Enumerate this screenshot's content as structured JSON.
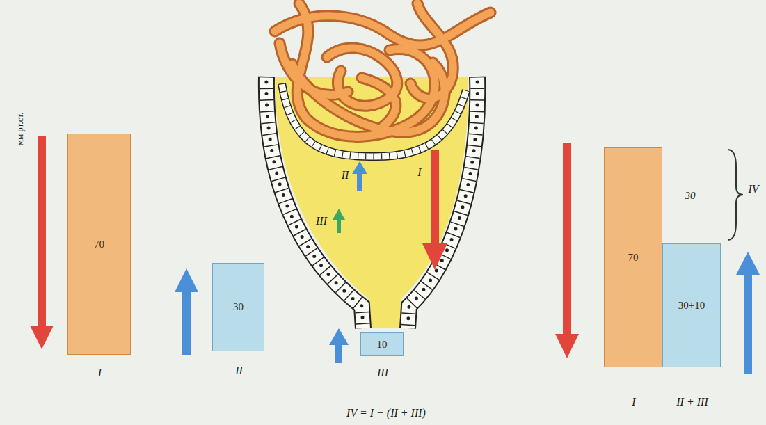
{
  "diagram": {
    "nodes": [
      {
        "text": [
          "70",
          "I"
        ]
      },
      {
        "text": [
          "30",
          "II"
        ]
      },
      {
        "text": [
          "10",
          "III"
        ]
      },
      {
        "text": [
          "70",
          "I"
        ]
      },
      {
        "text": [
          "30+10",
          "II + III"
        ]
      }
    ],
    "labels": [
      "мм рт.ст.",
      "II",
      "I",
      "III",
      "30",
      "IV",
      "IV = I − (II + III)"
    ]
  }
}
